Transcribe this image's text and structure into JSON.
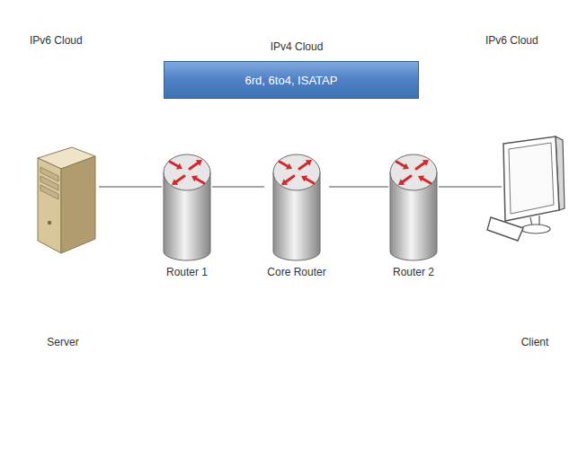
{
  "diagram": {
    "nodes": [
      {
        "text": [
          "IPv6 Cloud"
        ]
      },
      {
        "text": [
          "Server"
        ],
        "in": 0
      },
      {
        "text": [
          "IPv4 Cloud"
        ]
      },
      {
        "text": [
          "6rd, 6to4, ISATAP"
        ],
        "in": 2
      },
      {
        "text": [
          "Router 1"
        ],
        "in": 2
      },
      {
        "text": [
          "Core Router"
        ],
        "in": 2
      },
      {
        "text": [
          "Router 2"
        ],
        "in": 2
      },
      {
        "text": [
          "IPv6 Cloud"
        ]
      },
      {
        "text": [
          "Client"
        ],
        "in": 7
      }
    ],
    "edges": [
      {
        "from": 1,
        "to": 4,
        "arrow": "none"
      },
      {
        "from": 4,
        "to": 5,
        "arrow": "none"
      },
      {
        "from": 5,
        "to": 6,
        "arrow": "none"
      },
      {
        "from": 6,
        "to": 8,
        "arrow": "none"
      }
    ]
  }
}
